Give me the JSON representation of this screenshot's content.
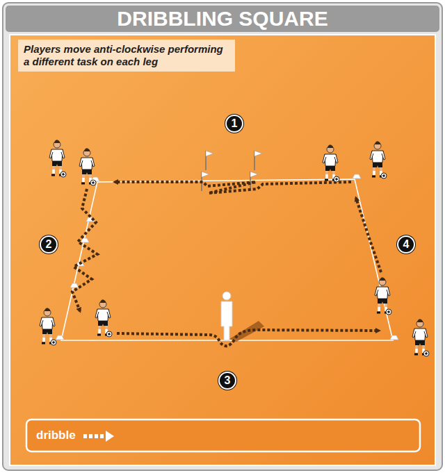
{
  "diagram": {
    "title": "DRIBBLING SQUARE",
    "nodes": [
      {
        "text": [
          "Players move anti-clockwise performing a different task on each leg"
        ]
      },
      {
        "text": [
          "1"
        ]
      },
      {
        "text": [
          "2"
        ]
      },
      {
        "text": [
          "3"
        ]
      },
      {
        "text": [
          "4"
        ]
      }
    ],
    "legend": [
      {
        "text": "dribble"
      }
    ]
  }
}
